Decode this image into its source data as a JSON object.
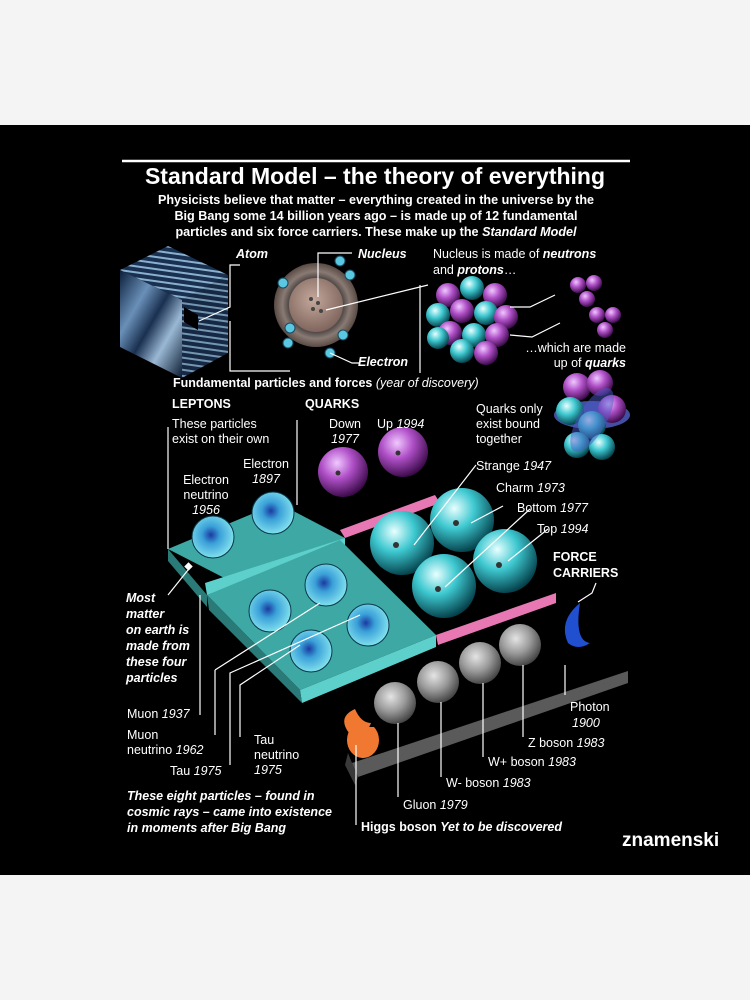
{
  "title": "Standard Model – the theory of everything",
  "intro": [
    "Physicists believe that matter – everything created in the universe by the",
    "Big Bang some 14 billion years ago – is made up of 12 fundamental",
    "particles and six force carriers. These make up the"
  ],
  "intro_emph": "Standard Model",
  "labels": {
    "atom": "Atom",
    "nucleus": "Nucleus",
    "electron": "Electron",
    "nucleus_made_1": "Nucleus is made of",
    "neutrons": "neutrons",
    "and": "and",
    "protons": "protons",
    "ellipsis_after": "…",
    "quarks_made_1": "…which are made",
    "quarks_made_2": "up of",
    "quarks_word": "quarks",
    "fundamental": "Fundamental particles and forces",
    "fundamental_sub": "(year of discovery)",
    "leptons": "LEPTONS",
    "leptons_desc_1": "These particles",
    "leptons_desc_2": "exist on their own",
    "quarks": "QUARKS",
    "quarks_bound_1": "Quarks only",
    "quarks_bound_2": "exist bound",
    "quarks_bound_3": "together",
    "force_1": "FORCE",
    "force_2": "CARRIERS",
    "most_matter": [
      "Most",
      "matter",
      "on earth is",
      "made from",
      "these four",
      "particles"
    ],
    "cosmic": [
      "These eight particles – found in",
      "cosmic rays – came into existence",
      "in moments after Big Bang"
    ]
  },
  "particles": {
    "up": {
      "name": "Up",
      "year": "1994"
    },
    "down": {
      "name": "Down",
      "year": "1977"
    },
    "strange": {
      "name": "Strange",
      "year": "1947"
    },
    "charm": {
      "name": "Charm",
      "year": "1973"
    },
    "bottom": {
      "name": "Bottom",
      "year": "1977"
    },
    "top": {
      "name": "Top",
      "year": "1994"
    },
    "electron": {
      "name": "Electron",
      "year": "1897"
    },
    "electron_neutrino": {
      "name1": "Electron",
      "name2": "neutrino",
      "year": "1956"
    },
    "muon": {
      "name": "Muon",
      "year": "1937"
    },
    "muon_neutrino": {
      "name1": "Muon",
      "name2": "neutrino",
      "year": "1962"
    },
    "tau": {
      "name": "Tau",
      "year": "1975"
    },
    "tau_neutrino": {
      "name1": "Tau",
      "name2": "neutrino",
      "year": "1975"
    },
    "photon": {
      "name": "Photon",
      "year": "1900"
    },
    "z_boson": {
      "name": "Z boson",
      "year": "1983"
    },
    "w_plus": {
      "name": "W+ boson",
      "year": "1983"
    },
    "w_minus": {
      "name": "W- boson",
      "year": "1983"
    },
    "gluon": {
      "name": "Gluon",
      "year": "1979"
    },
    "higgs": {
      "name": "Higgs boson",
      "year": "Yet to be discovered"
    }
  },
  "watermark": "znamenski",
  "colors": {
    "background": "#000000",
    "platform_cyan": "#4fb8b4",
    "platform_pink": "#e878b4",
    "platform_grey": "#5a5a5a",
    "quark_purple": "#b050c8",
    "quark_cyan": "#3ec8d0",
    "lepton_blue": "#3aa0d8",
    "boson_grey": "#8a8a8a",
    "photon_blue": "#2050d0",
    "higgs_orange": "#f07830"
  }
}
